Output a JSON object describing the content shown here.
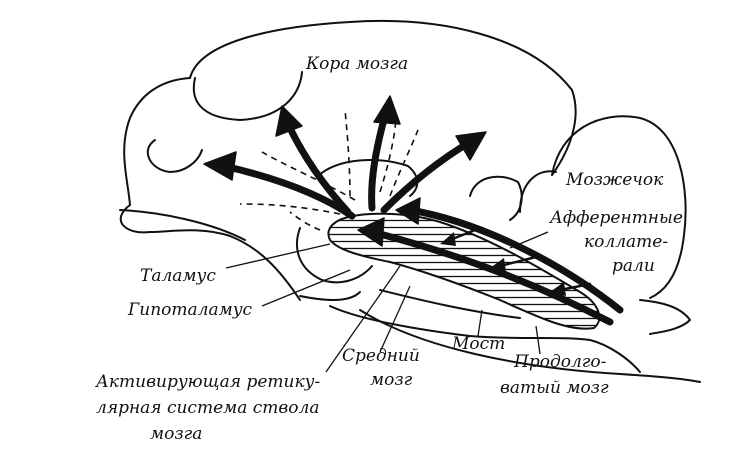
{
  "labels": {
    "cortex": "Кора мозга",
    "cerebellum": "Мозжечок",
    "afferent_line1": "Афферентные",
    "afferent_line2": "коллате-",
    "afferent_line3": "рали",
    "thalamus": "Таламус",
    "hypothalamus": "Гипоталамус",
    "midbrain_line1": "Средний",
    "midbrain_line2": "мозг",
    "pons": "Мост",
    "medulla_line1": "Продолго-",
    "medulla_line2": "ватый мозг",
    "aras_line1": "Активирующая ретику-",
    "aras_line2": "лярная система ствола",
    "aras_line3": "мозга"
  },
  "colors": {
    "ink": "#111111",
    "background": "#ffffff"
  }
}
